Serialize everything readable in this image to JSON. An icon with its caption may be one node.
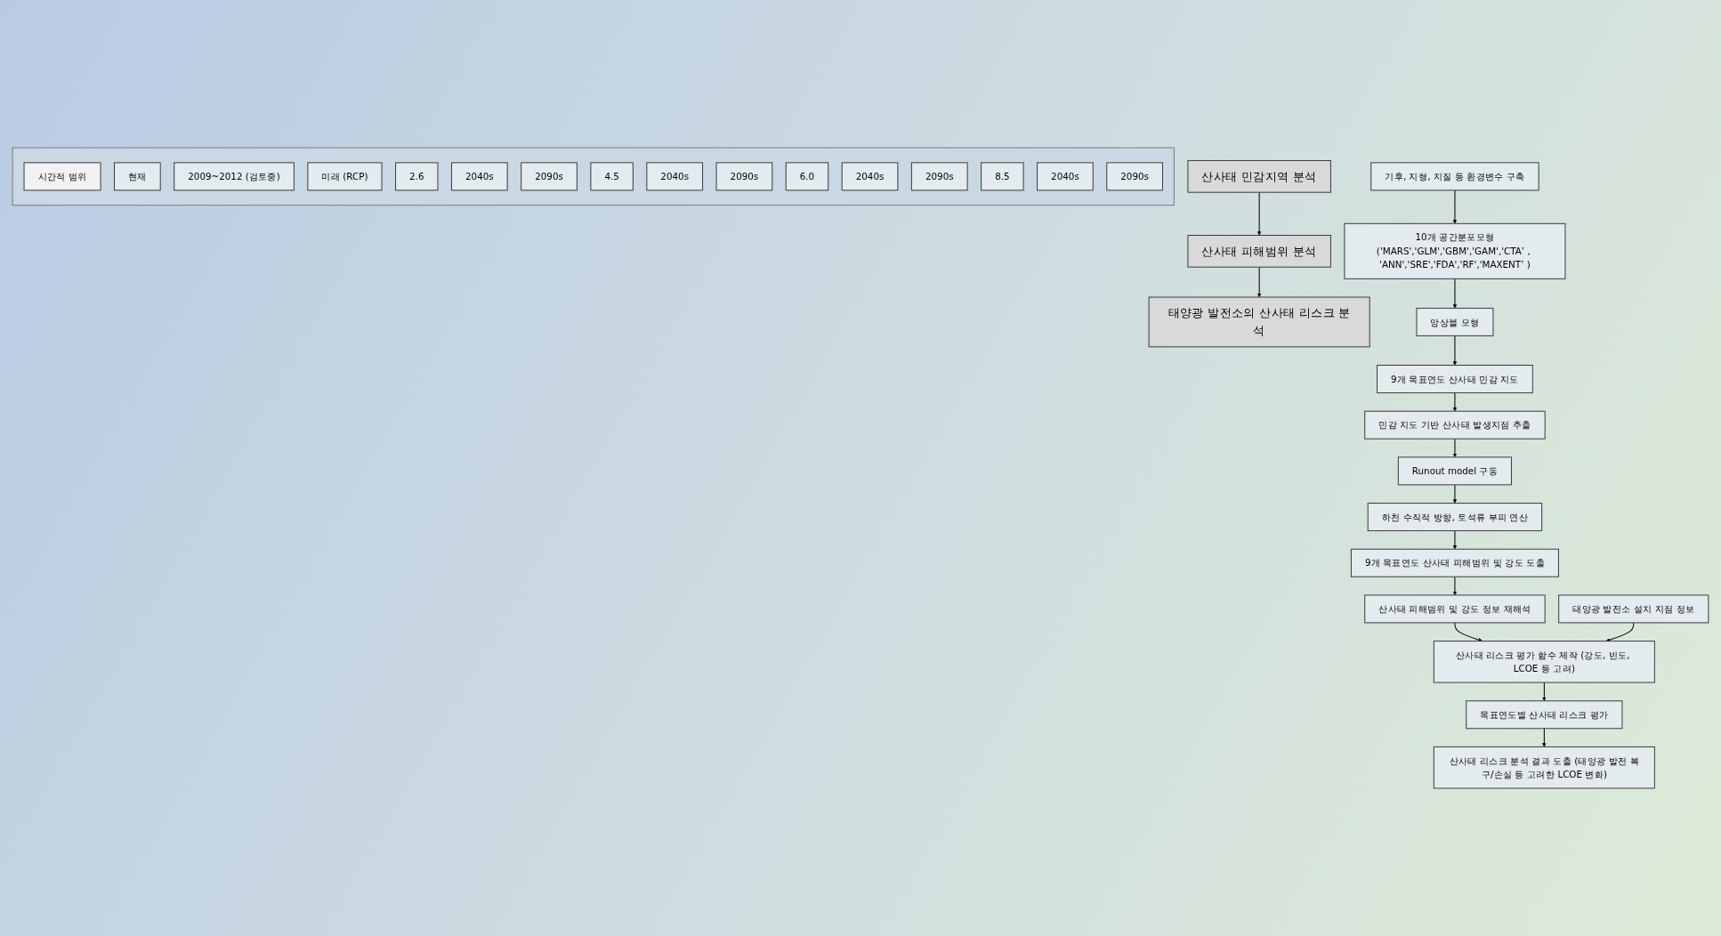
{
  "diagram": {
    "nodes": [
      {
        "text": [
          "산사태 민감지역 분석"
        ]
      },
      {
        "text": [
          "산사태 피해범위 분석"
        ]
      },
      {
        "text": [
          "태양광 발전소의 산사태 리스크 분석"
        ]
      },
      {
        "text": [
          "기후, 지형, 지질 등 환경변수 구축"
        ]
      },
      {
        "text": [
          "10개 공간분포모형",
          "('MARS','GLM','GBM','GAM','CTA’ , 'ANN','SRE','FDA','RF','MAXENT’ )"
        ]
      },
      {
        "text": [
          "앙상블 모형"
        ]
      },
      {
        "text": [
          "9개 목표연도 산사태 민감 지도"
        ]
      },
      {
        "text": [
          "민감 지도 기반 산사태 발생지점 추출"
        ]
      },
      {
        "text": [
          "Runout model 구동"
        ]
      },
      {
        "text": [
          "하천 수직적 방향, 토석류 부피 연산"
        ]
      },
      {
        "text": [
          "9개 목표연도 산사태 피해범위 및 강도 도출"
        ]
      },
      {
        "text": [
          "산사태 피해범위 및 강도 정보 재해석"
        ]
      },
      {
        "text": [
          "태양광 발전소 설치 지점 정보"
        ]
      },
      {
        "text": [
          "산사태 리스크 평가 함수 제작 (강도, 빈도, LCOE 등 고려)"
        ]
      },
      {
        "text": [
          "목표연도별 산사태 리스크 평가"
        ]
      },
      {
        "text": [
          "산사태 리스크 분석 결과 도출 (태양광 발전 복구/손실 등 고려한 LCOE 변화)"
        ]
      },
      {
        "text": [],
        "shape": "box"
      },
      {
        "text": [
          "시간적 범위"
        ],
        "in": 16
      },
      {
        "text": [
          "현재"
        ],
        "in": 16
      },
      {
        "text": [
          "2009~2012 (검토중)"
        ],
        "in": 16
      },
      {
        "text": [
          "미래 (RCP)"
        ],
        "in": 16
      },
      {
        "text": [
          "2.6"
        ],
        "in": 16
      },
      {
        "text": [
          "2040s"
        ],
        "in": 16
      },
      {
        "text": [
          "2090s"
        ],
        "in": 16
      },
      {
        "text": [
          "4.5"
        ],
        "in": 16
      },
      {
        "text": [
          "2040s"
        ],
        "in": 16
      },
      {
        "text": [
          "2090s"
        ],
        "in": 16
      },
      {
        "text": [
          "6.0"
        ],
        "in": 16
      },
      {
        "text": [
          "2040s"
        ],
        "in": 16
      },
      {
        "text": [
          "2090s"
        ],
        "in": 16
      },
      {
        "text": [
          "8.5"
        ],
        "in": 16
      },
      {
        "text": [
          "2040s"
        ],
        "in": 16
      },
      {
        "text": [
          "2090s"
        ],
        "in": 16
      }
    ],
    "edges": [
      {
        "from": 0,
        "to": 1,
        "arrow": "to"
      },
      {
        "from": 1,
        "to": 2,
        "arrow": "to"
      },
      {
        "from": 3,
        "to": 4,
        "arrow": "to"
      },
      {
        "from": 4,
        "to": 5,
        "arrow": "to"
      },
      {
        "from": 5,
        "to": 6,
        "arrow": "to"
      },
      {
        "from": 6,
        "to": 7,
        "arrow": "to"
      },
      {
        "from": 7,
        "to": 8,
        "arrow": "to"
      },
      {
        "from": 8,
        "to": 9,
        "arrow": "to"
      },
      {
        "from": 9,
        "to": 10,
        "arrow": "to"
      },
      {
        "from": 10,
        "to": 11,
        "arrow": "to"
      },
      {
        "from": 11,
        "to": 13,
        "arrow": "to"
      },
      {
        "from": 12,
        "to": 13,
        "arrow": "to"
      },
      {
        "from": 13,
        "to": 14,
        "arrow": "to"
      },
      {
        "from": 14,
        "to": 15,
        "arrow": "to"
      }
    ]
  }
}
